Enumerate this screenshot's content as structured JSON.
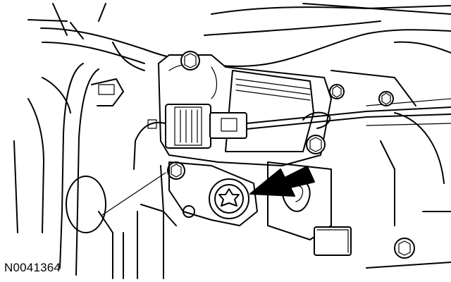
{
  "figure": {
    "id_label": "N0041364"
  },
  "icons": [
    "callout-arrow",
    "torx-bolt",
    "hex-bolt",
    "electrical-connector"
  ],
  "colors": {
    "line": "#000000",
    "background": "#ffffff"
  }
}
